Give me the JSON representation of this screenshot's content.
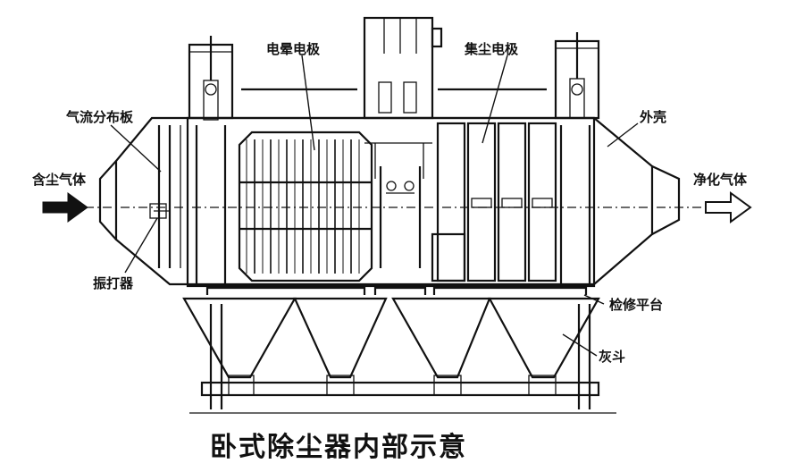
{
  "labels": {
    "electrode_corona": "电晕电极",
    "electrode_collect": "集尘电极",
    "gas_distributor": "气流分布板",
    "shell": "外壳",
    "inlet_gas": "含尘气体",
    "outlet_gas": "净化气体",
    "rapper": "振打器",
    "platform": "检修平台",
    "hopper": "灰斗"
  },
  "title": "卧式除尘器内部示意"
}
